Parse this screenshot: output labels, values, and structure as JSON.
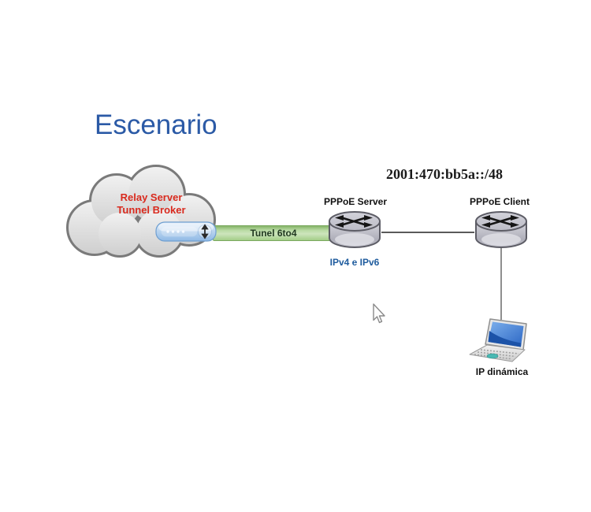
{
  "slide": {
    "title": "Escenario",
    "colors": {
      "title_blue": "#2b5aa6",
      "label_red": "#d92a1e",
      "label_blue": "#1f5c9e",
      "tunnel_green": "#b9dba4",
      "tunnel_border": "#79a85e",
      "cloud_fill": "#dedede",
      "cloud_border": "#7a7a7a",
      "router_gray": "#c4c4cd",
      "laptop_screen_blue": "#3570cb"
    }
  },
  "diagram": {
    "cloud": {
      "label_line1": "Relay Server",
      "label_line2": "Tunnel Broker",
      "icon": "cloud-icon",
      "device_icon": "broadband-device-icon"
    },
    "tunnel": {
      "label": "Tunel 6to4"
    },
    "server_router": {
      "label": "PPPoE Server",
      "sublabel": "IPv4 e IPv6",
      "icon": "router-icon"
    },
    "client_router": {
      "label": "PPPoE Client",
      "icon": "router-icon"
    },
    "prefix_annotation": "2001:470:bb5a::/48",
    "laptop": {
      "label": "IP dinámica",
      "icon": "laptop-icon"
    },
    "cursor": {
      "icon": "mouse-cursor-icon"
    }
  }
}
